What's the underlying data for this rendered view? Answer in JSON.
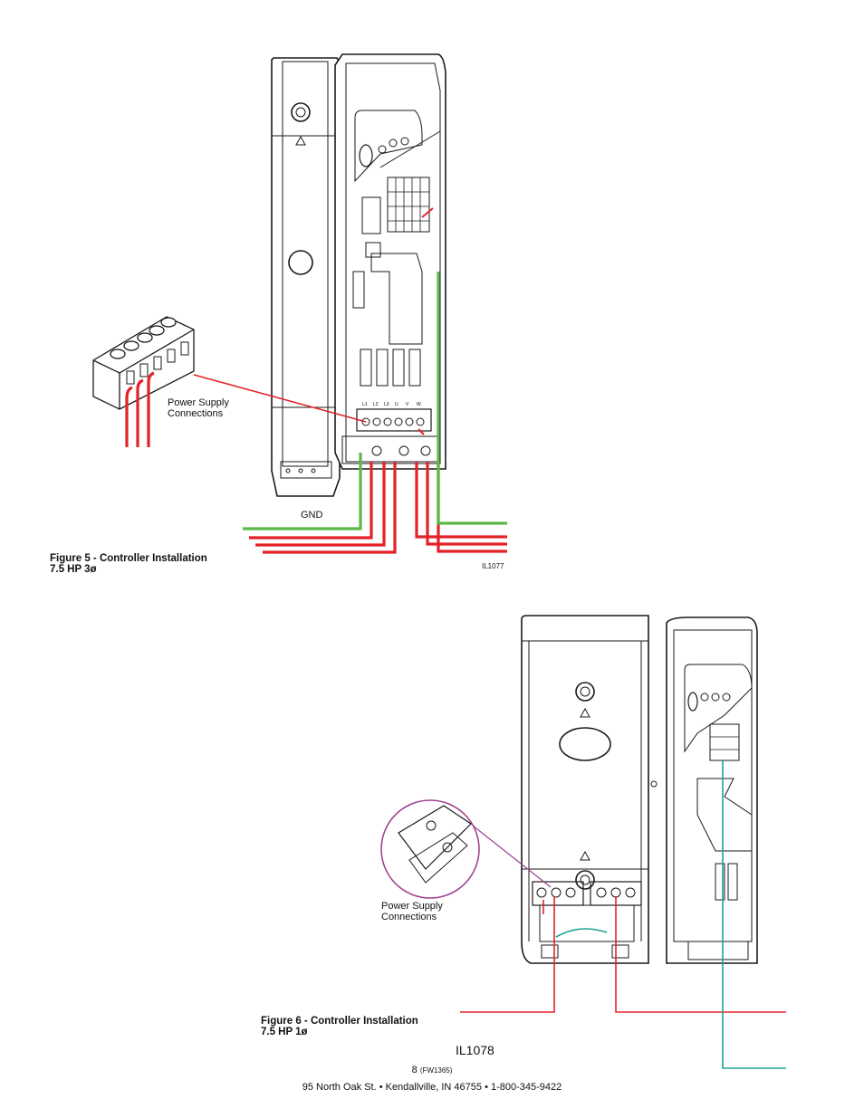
{
  "figure5": {
    "caption_line1": "Figure 5 - Controller Installation",
    "caption_line2": "7.5 HP 3ø",
    "callout_power": "Power Supply\nConnections",
    "gnd_label": "GND",
    "image_code": "IL1077",
    "terminal_labels": [
      "L1",
      "L2",
      "L3",
      "U",
      "V",
      "W"
    ]
  },
  "figure6": {
    "caption_line1": "Figure 6 - Controller Installation",
    "caption_line2": "7.5 HP 1ø",
    "callout_power": "Power Supply\nConnections",
    "image_code": "IL1078"
  },
  "footer": {
    "page_number": "8",
    "doc_code": "(FW1365)",
    "address": "95 North Oak St. • Kendallville, IN  46755 • 1-800-345-9422"
  },
  "colors": {
    "wire_red": "#e32228",
    "wire_green": "#5cb847",
    "wire_teal": "#1aa595",
    "callout_magenta": "#a0428f",
    "outline": "#1a1a1a"
  }
}
